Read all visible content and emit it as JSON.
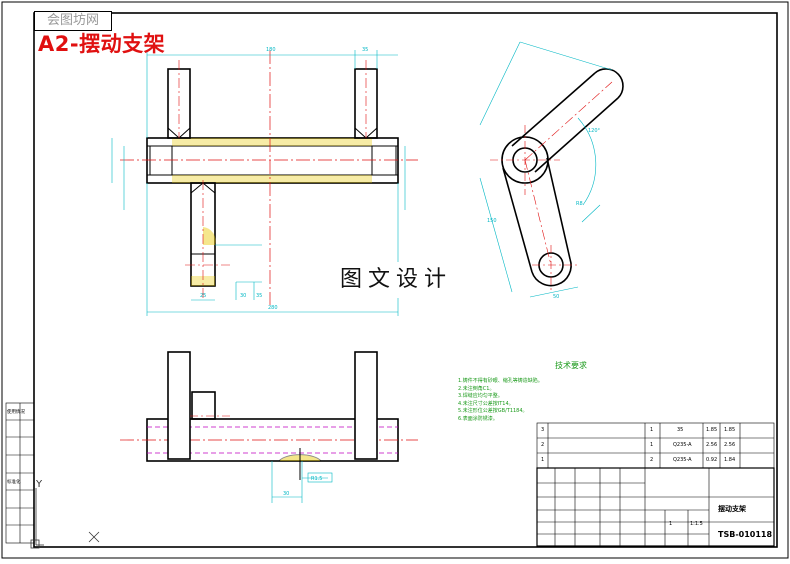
{
  "title": "A2-摆动支架",
  "watermark_top": "会图坊网",
  "watermark_center": "图文设计",
  "technical_requirements": {
    "heading": "技术要求",
    "lines": [
      "1.铸件不得有砂眼、缩孔等铸造缺陷。",
      "2.未注倒角C1。",
      "3.焊缝应均匀平整。",
      "4.未注尺寸公差按IT14。",
      "5.未注形位公差按GB/T1184。",
      "6.表面涂防锈漆。"
    ]
  },
  "bom": {
    "rows": [
      {
        "index": "3",
        "name": "",
        "qty": "1",
        "material": "35",
        "weight": "1.85",
        "total": "1.85"
      },
      {
        "index": "2",
        "name": "",
        "qty": "1",
        "material": "Q235-A",
        "weight": "2.56",
        "total": "2.56"
      },
      {
        "index": "1",
        "name": "",
        "qty": "2",
        "material": "Q235-A",
        "weight": "0.92",
        "total": "1.84"
      }
    ]
  },
  "title_block": {
    "part_name": "摆动支架",
    "drawing_number": "TSB-010118",
    "qty": "1",
    "scale": "1:1.5"
  },
  "dimensions": {
    "top_width": "180",
    "top_right": "35",
    "overall_width": "280",
    "bottom_small": "25",
    "bottom_mid": "30",
    "bottom_right": "35",
    "angle": "120°",
    "arm_length": "150",
    "radius_label": "R8",
    "small_gap": "50",
    "section_width": "30",
    "section_label": "R1.5"
  },
  "left_stamps": [
    "使用情况",
    "",
    "",
    "",
    "标准化",
    "",
    "",
    ""
  ],
  "colors": {
    "outline": "#000000",
    "centerline": "#e01010",
    "dimension": "#00b7c4",
    "hidden": "#c000c0",
    "hatch": "#e8c800",
    "text_green": "#1a9a1a"
  }
}
